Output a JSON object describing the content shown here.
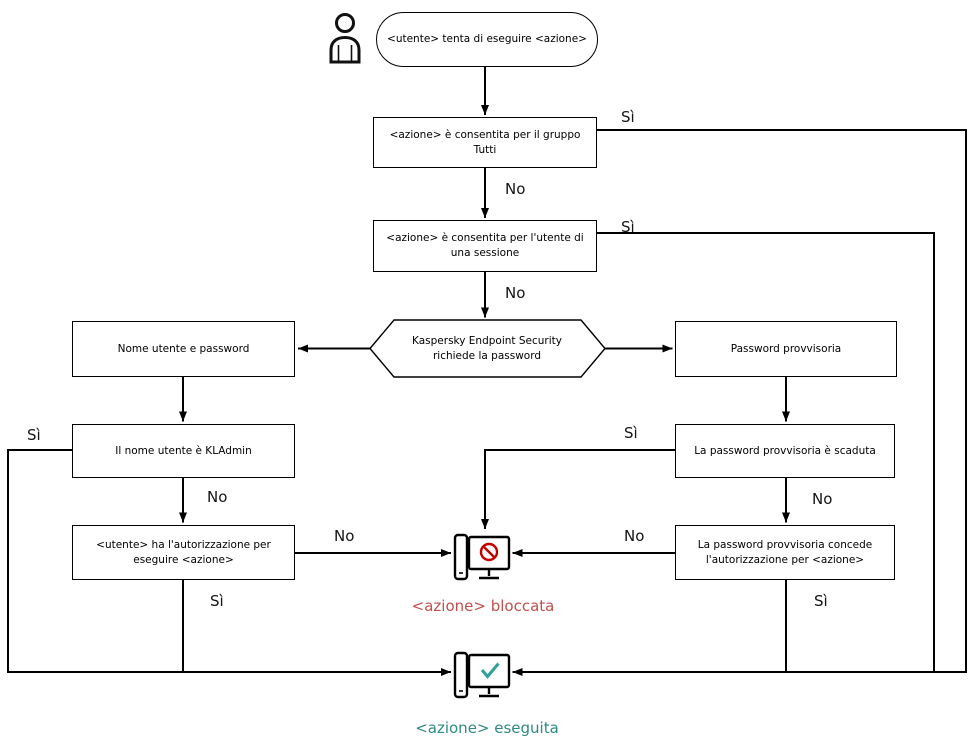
{
  "labels": {
    "yes": "Sì",
    "no": "No"
  },
  "start": {
    "label": "<utente> tenta di eseguire <azione>"
  },
  "nodes": {
    "group_allowed": {
      "label": "<azione> è consentita per il gruppo Tutti"
    },
    "session_allowed": {
      "label": "<azione> è consentita per l'utente di una sessione"
    },
    "kes_prompt": {
      "label": "Kaspersky Endpoint Security richiede la password"
    },
    "credentials": {
      "label": "Nome utente e password"
    },
    "kladmin": {
      "label": "Il nome utente è KLAdmin"
    },
    "user_permission": {
      "label": "<utente> ha l'autorizzazione per eseguire <azione>"
    },
    "temp_password": {
      "label": "Password provvisoria"
    },
    "temp_expired": {
      "label": "La password provvisoria è scaduta"
    },
    "temp_permission": {
      "label": "La password provvisoria concede l'autorizzazione per <azione>"
    }
  },
  "outcomes": {
    "blocked": {
      "label": "<azione> bloccata",
      "color": "#c0504d",
      "icon_color": "#c00000"
    },
    "executed": {
      "label": "<azione> eseguita",
      "color": "#2f8a85",
      "icon_color": "#2fa198"
    }
  }
}
